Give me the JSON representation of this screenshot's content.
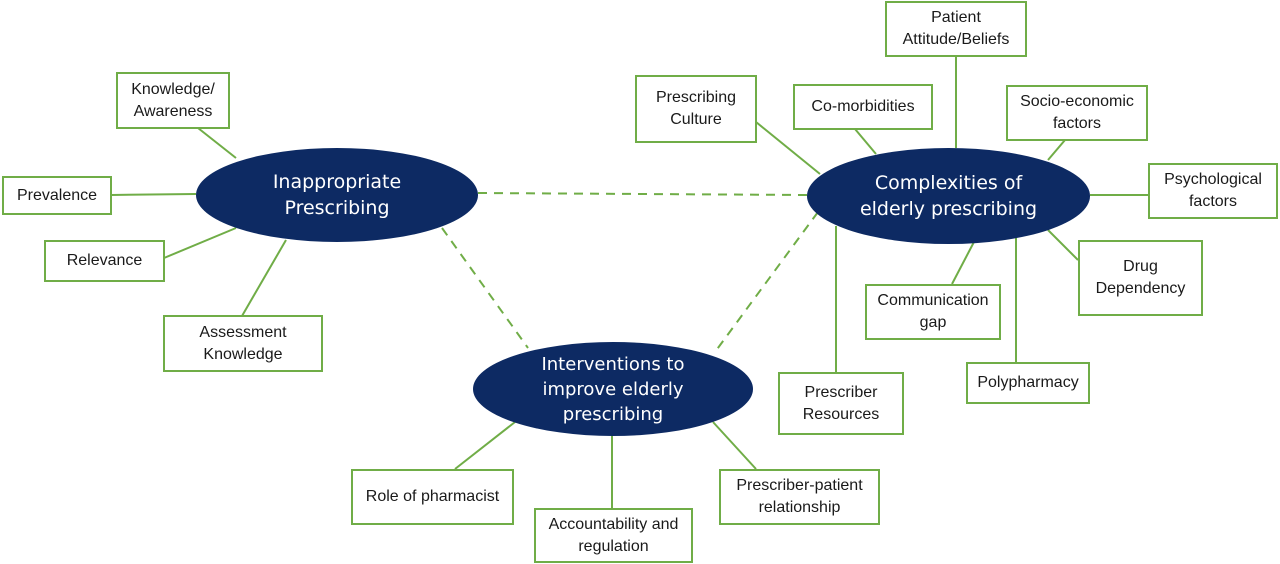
{
  "hubs": {
    "inappropriate": {
      "label": "Inappropriate\nPrescribing"
    },
    "complexities": {
      "label": "Complexities of\nelderly prescribing"
    },
    "interventions": {
      "label": "Interventions to\nimprove elderly\nprescribing"
    }
  },
  "nodes": {
    "knowledge_awareness": {
      "label": "Knowledge/\nAwareness"
    },
    "prevalence": {
      "label": "Prevalence"
    },
    "relevance": {
      "label": "Relevance"
    },
    "assessment_knowledge": {
      "label": "Assessment\nKnowledge"
    },
    "prescribing_culture": {
      "label": "Prescribing\nCulture"
    },
    "co_morbidities": {
      "label": "Co-morbidities"
    },
    "patient_attitude": {
      "label": "Patient\nAttitude/Beliefs"
    },
    "socio_economic": {
      "label": "Socio-economic\nfactors"
    },
    "psychological": {
      "label": "Psychological\nfactors"
    },
    "drug_dependency": {
      "label": "Drug\nDependency"
    },
    "communication_gap": {
      "label": "Communication\ngap"
    },
    "polypharmacy": {
      "label": "Polypharmacy"
    },
    "prescriber_resources": {
      "label": "Prescriber\nResources"
    },
    "role_of_pharmacist": {
      "label": "Role of pharmacist"
    },
    "accountability": {
      "label": "Accountability and\nregulation"
    },
    "prescriber_patient": {
      "label": "Prescriber-patient\nrelationship"
    }
  },
  "colors": {
    "hub_fill": "#0d2a63",
    "box_border": "#70ad47",
    "connector": "#70ad47"
  }
}
